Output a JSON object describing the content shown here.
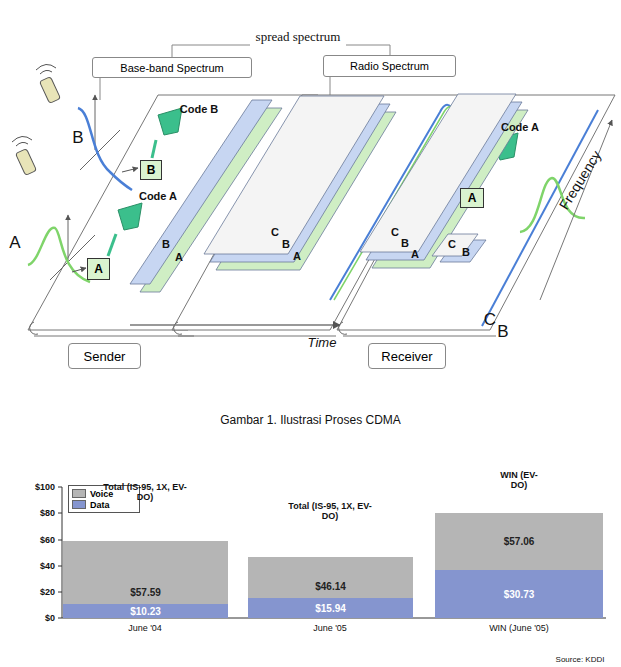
{
  "diagram": {
    "caption": "Gambar 1. Ilustrasi Proses CDMA",
    "nodes": [
      {
        "text": [
          "Base-band Spectrum"
        ]
      },
      {
        "text": [
          "Radio Spectrum"
        ]
      },
      {
        "text": [
          "B"
        ]
      },
      {
        "text": [
          "A"
        ]
      },
      {
        "text": [
          "A"
        ]
      },
      {
        "text": [
          "Sender"
        ]
      },
      {
        "text": [
          "Receiver"
        ]
      },
      {
        "text": [
          "$57.59"
        ]
      },
      {
        "text": [
          "$10.23"
        ]
      },
      {
        "text": [
          "$46.14"
        ]
      },
      {
        "text": [
          "$15.94"
        ]
      },
      {
        "text": [
          "$57.06"
        ]
      },
      {
        "text": [
          "$30.73"
        ]
      }
    ],
    "labels": [
      "spread spectrum",
      "Code B",
      "Code A",
      "B",
      "A",
      "B",
      "A",
      "C",
      "B",
      "A",
      "Code A",
      "C",
      "B",
      "A",
      "C",
      "B",
      "C",
      "B",
      "Frequency",
      "Time",
      "Total (IS-95, 1X, EV-DO)",
      "Total (IS-95, 1X, EV-DO)",
      "WIN (EV-DO)",
      "$100",
      "$80",
      "$60",
      "$40",
      "$20",
      "$0",
      "June '04",
      "June '05",
      "WIN (June '05)",
      "Source: KDDI"
    ],
    "legend": [
      {
        "text": "Voice",
        "color": "#b5b5b5"
      },
      {
        "text": "Data",
        "color": "#8595cf"
      }
    ]
  }
}
